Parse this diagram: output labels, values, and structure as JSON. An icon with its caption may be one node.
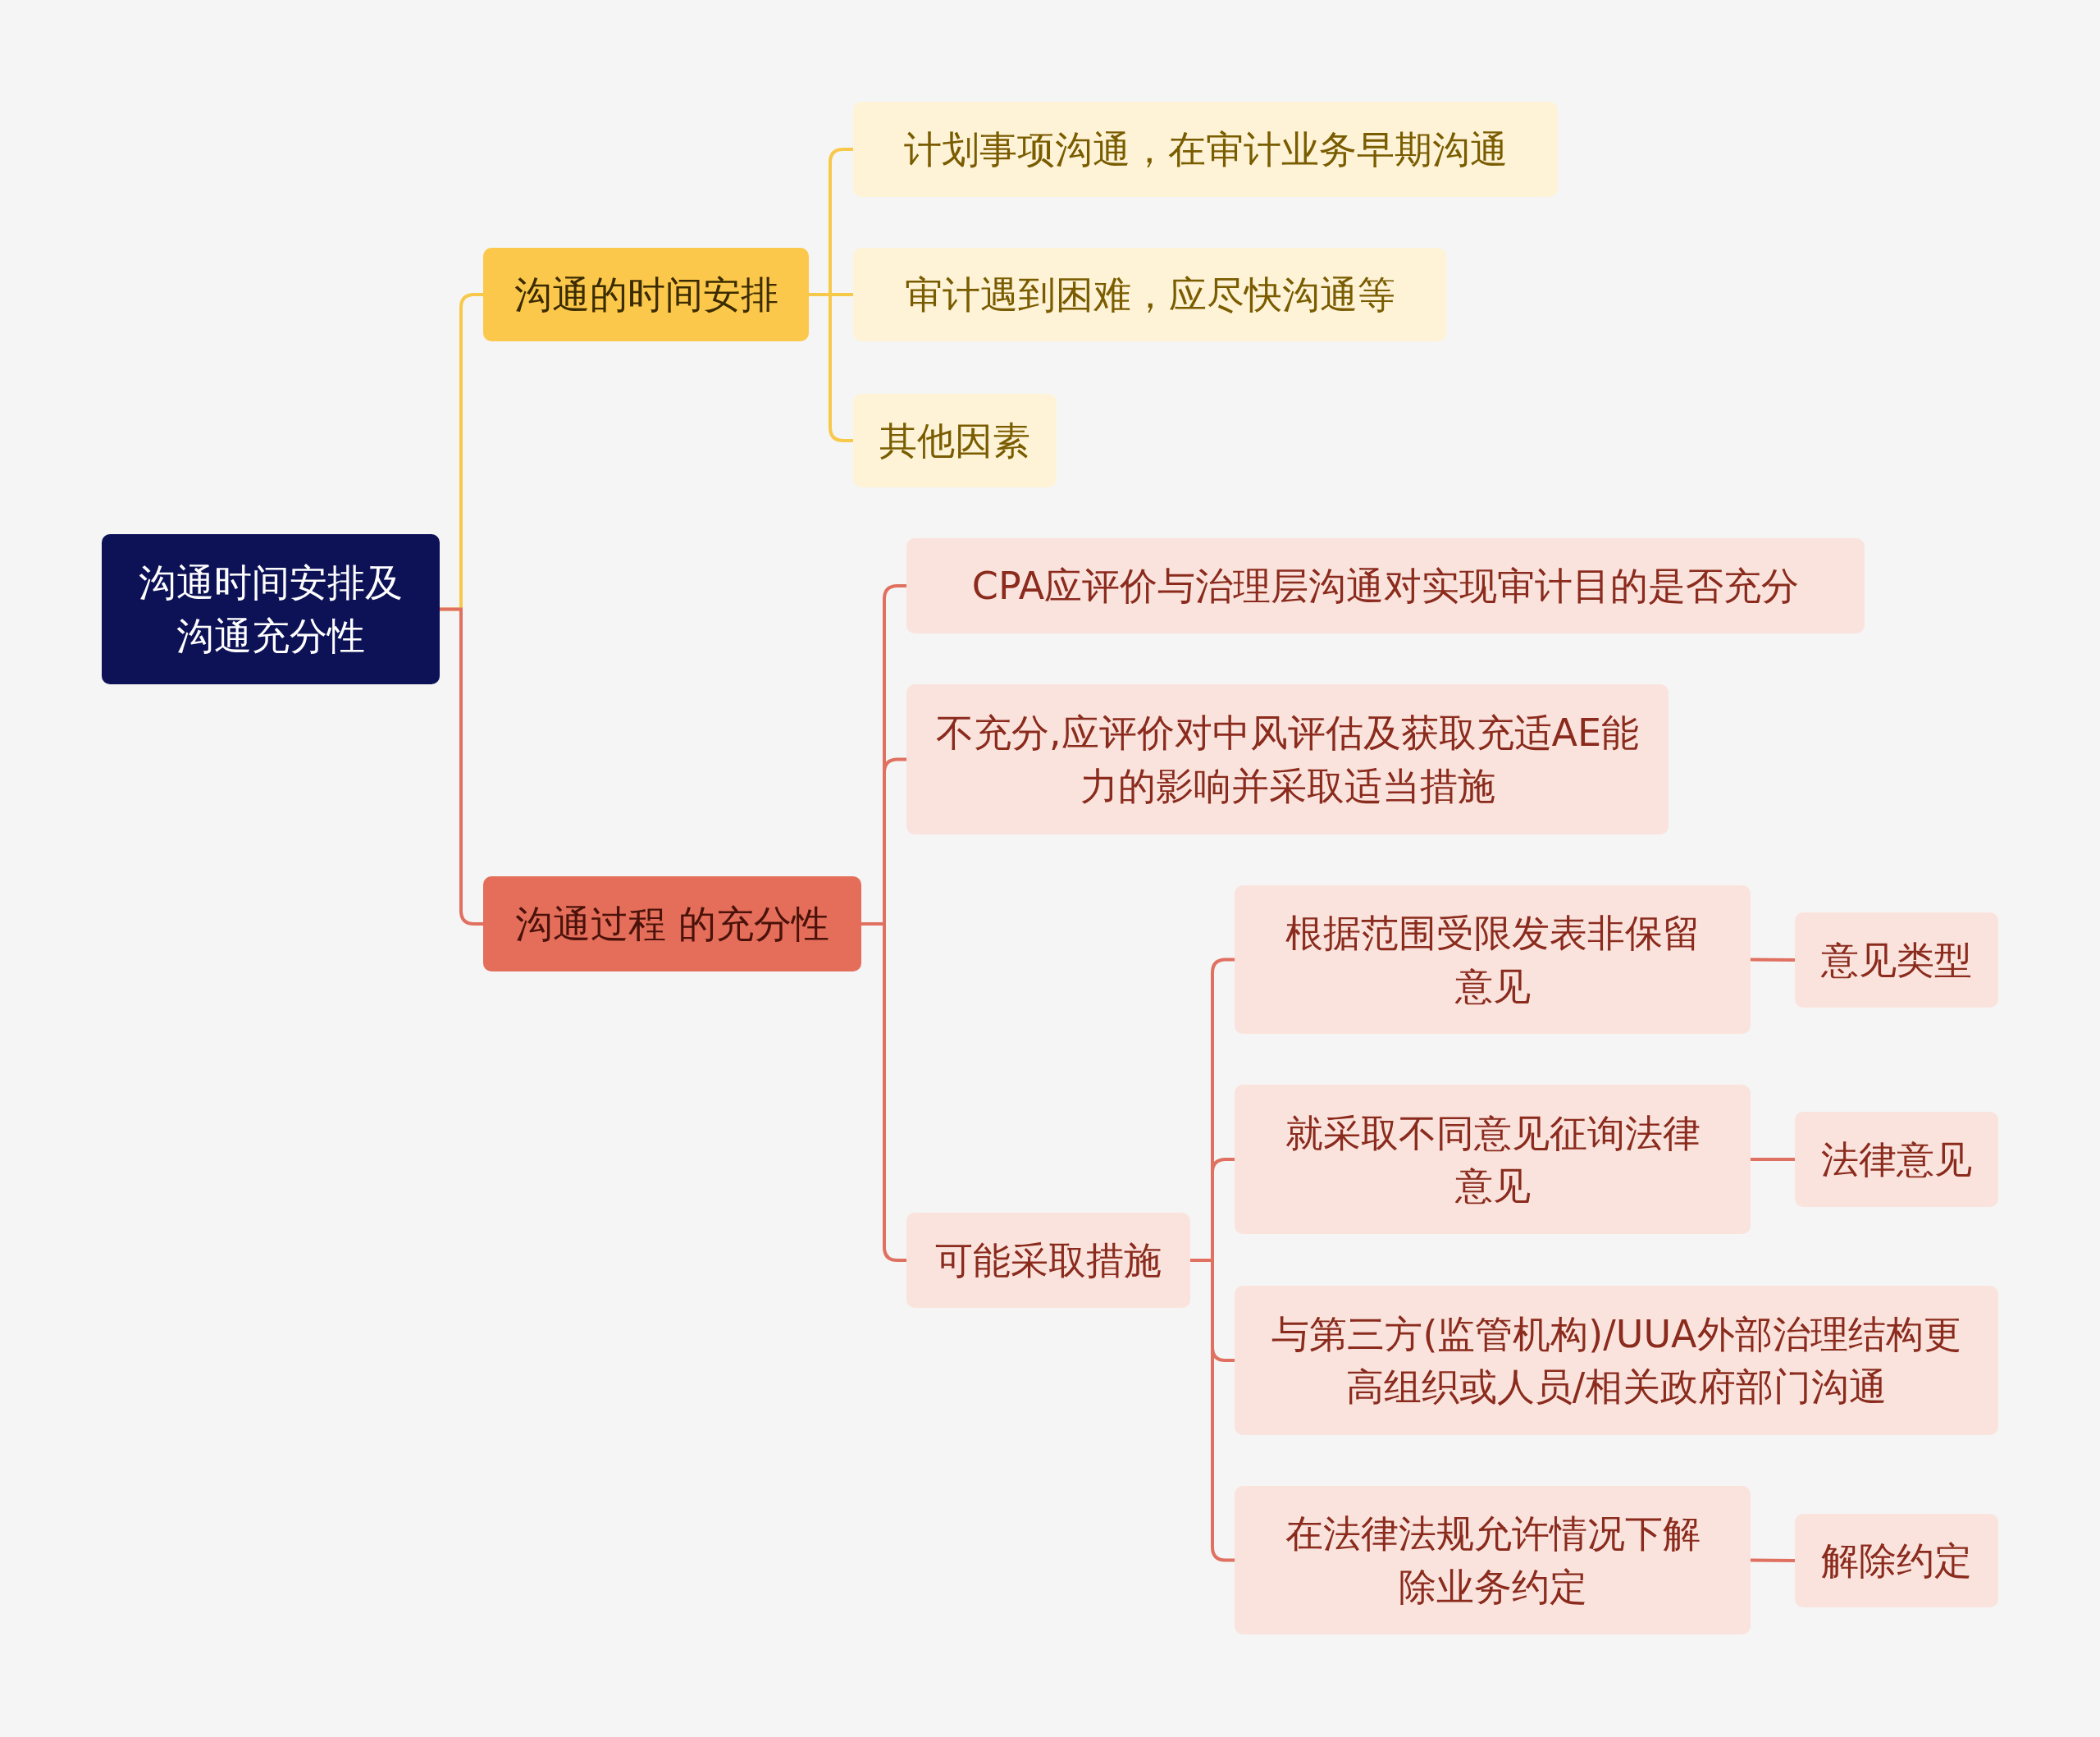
{
  "diagram": {
    "nodes": [
      {
        "text": [
          "沟通时间安排及沟通充分性"
        ]
      },
      {
        "text": [
          "沟通的时间安排"
        ]
      },
      {
        "text": [
          "计划事项沟通，在审计业务早期沟通"
        ]
      },
      {
        "text": [
          "审计遇到困难，应尽快沟通等"
        ]
      },
      {
        "text": [
          "其他因素"
        ]
      },
      {
        "text": [
          "沟通过程 的充分性"
        ]
      },
      {
        "text": [
          "CPA应评价与治理层沟通对实现审计目的是否充分"
        ]
      },
      {
        "text": [
          "不充分,应评价对中风评估及获取充适AE能力的影响并采取适当措施"
        ]
      },
      {
        "text": [
          "可能采取措施"
        ]
      },
      {
        "text": [
          "根据范围受限发表非保留意见"
        ]
      },
      {
        "text": [
          "意见类型"
        ]
      },
      {
        "text": [
          "就采取不同意见征询法律意见"
        ]
      },
      {
        "text": [
          "法律意见"
        ]
      },
      {
        "text": [
          "与第三方(监管机构)/UUA外部治理结构更高组织或人员/相关政府部门沟通"
        ]
      },
      {
        "text": [
          "在法律法规允许情况下解除业务约定"
        ]
      },
      {
        "text": [
          "解除约定"
        ]
      }
    ],
    "edges": [
      {
        "from": 0,
        "to": 1,
        "arrow": "none",
        "color": "#f7c94b"
      },
      {
        "from": 1,
        "to": 2,
        "arrow": "none",
        "color": "#f7c94b"
      },
      {
        "from": 1,
        "to": 3,
        "arrow": "none",
        "color": "#f7c94b"
      },
      {
        "from": 1,
        "to": 4,
        "arrow": "none",
        "color": "#f7c94b"
      },
      {
        "from": 0,
        "to": 5,
        "arrow": "none"
      },
      {
        "from": 5,
        "to": 6,
        "arrow": "none"
      },
      {
        "from": 5,
        "to": 7,
        "arrow": "none"
      },
      {
        "from": 5,
        "to": 8,
        "arrow": "none"
      },
      {
        "from": 8,
        "to": 9,
        "arrow": "none"
      },
      {
        "from": 9,
        "to": 10,
        "arrow": "none"
      },
      {
        "from": 8,
        "to": 11,
        "arrow": "none"
      },
      {
        "from": 11,
        "to": 12,
        "arrow": "none"
      },
      {
        "from": 8,
        "to": 13,
        "arrow": "none"
      },
      {
        "from": 8,
        "to": 14,
        "arrow": "none"
      },
      {
        "from": 14,
        "to": 15,
        "arrow": "none"
      }
    ]
  }
}
